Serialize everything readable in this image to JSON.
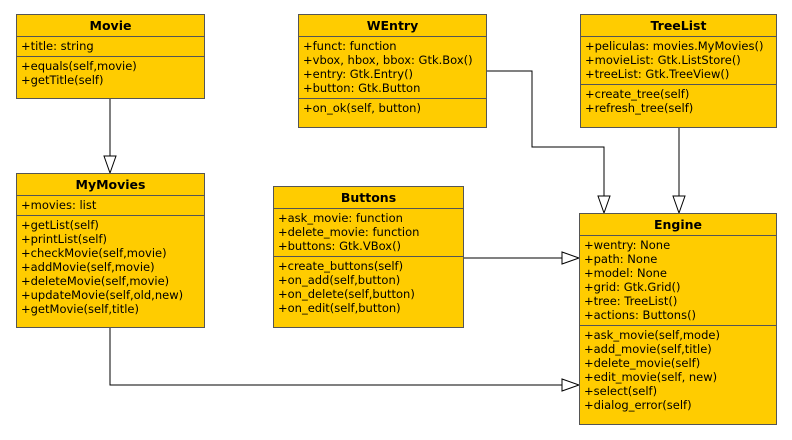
{
  "classes": {
    "movie": {
      "name": "Movie",
      "attributes": [
        "+title: string"
      ],
      "methods": [
        "+equals(self,movie)",
        "+getTitle(self)"
      ]
    },
    "wentry": {
      "name": "WEntry",
      "attributes": [
        "+funct: function",
        "+vbox, hbox, bbox: Gtk.Box()",
        "+entry: Gtk.Entry()",
        "+button: Gtk.Button"
      ],
      "methods": [
        "+on_ok(self, button)"
      ]
    },
    "treelist": {
      "name": "TreeList",
      "attributes": [
        "+peliculas: movies.MyMovies()",
        "+movieList: Gtk.ListStore()",
        "+treeList: Gtk.TreeView()"
      ],
      "methods": [
        "+create_tree(self)",
        "+refresh_tree(self)"
      ]
    },
    "mymovies": {
      "name": "MyMovies",
      "attributes": [
        "+movies: list"
      ],
      "methods": [
        "+getList(self)",
        "+printList(self)",
        "+checkMovie(self,movie)",
        "+addMovie(self,movie)",
        "+deleteMovie(self,movie)",
        "+updateMovie(self,old,new)",
        "+getMovie(self,title)"
      ]
    },
    "buttons": {
      "name": "Buttons",
      "attributes": [
        "+ask_movie: function",
        "+delete_movie: function",
        "+buttons: Gtk.VBox()"
      ],
      "methods": [
        "+create_buttons(self)",
        "+on_add(self,button)",
        "+on_delete(self,button)",
        "+on_edit(self,button)"
      ]
    },
    "engine": {
      "name": "Engine",
      "attributes": [
        "+wentry: None",
        "+path: None",
        "+model: None",
        "+grid: Gtk.Grid()",
        "+tree: TreeList()",
        "+actions: Buttons()"
      ],
      "methods": [
        "+ask_movie(self,mode)",
        "+add_movie(self,title)",
        "+delete_movie(self)",
        "+edit_movie(self, new)",
        "+select(self)",
        "+dialog_error(self)"
      ]
    }
  },
  "relations": [
    {
      "from": "movie",
      "to": "mymovies",
      "type": "generalization"
    },
    {
      "from": "wentry",
      "to": "engine",
      "type": "generalization"
    },
    {
      "from": "treelist",
      "to": "engine",
      "type": "generalization"
    },
    {
      "from": "buttons",
      "to": "engine",
      "type": "generalization"
    },
    {
      "from": "mymovies",
      "to": "engine",
      "type": "generalization"
    }
  ],
  "colors": {
    "class_fill": "#ffcc00",
    "border": "#555555",
    "line": "#000000"
  }
}
